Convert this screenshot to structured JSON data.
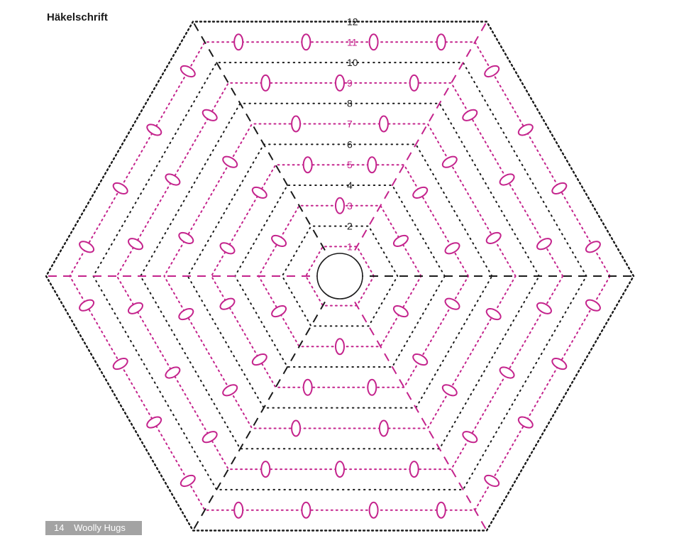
{
  "title": "Häkelschrift",
  "footer": {
    "page_number": "14",
    "publication": "Woolly Hugs"
  },
  "diagram": {
    "shape": "hexagon",
    "rounds": [
      "1",
      "2",
      "3",
      "4",
      "5",
      "6",
      "7",
      "8",
      "9",
      "10",
      "11",
      "12"
    ],
    "colors": {
      "odd_rounds": "#c4238c",
      "even_rounds": "#1a1a1a",
      "center_ring": "#1a1a1a"
    }
  }
}
